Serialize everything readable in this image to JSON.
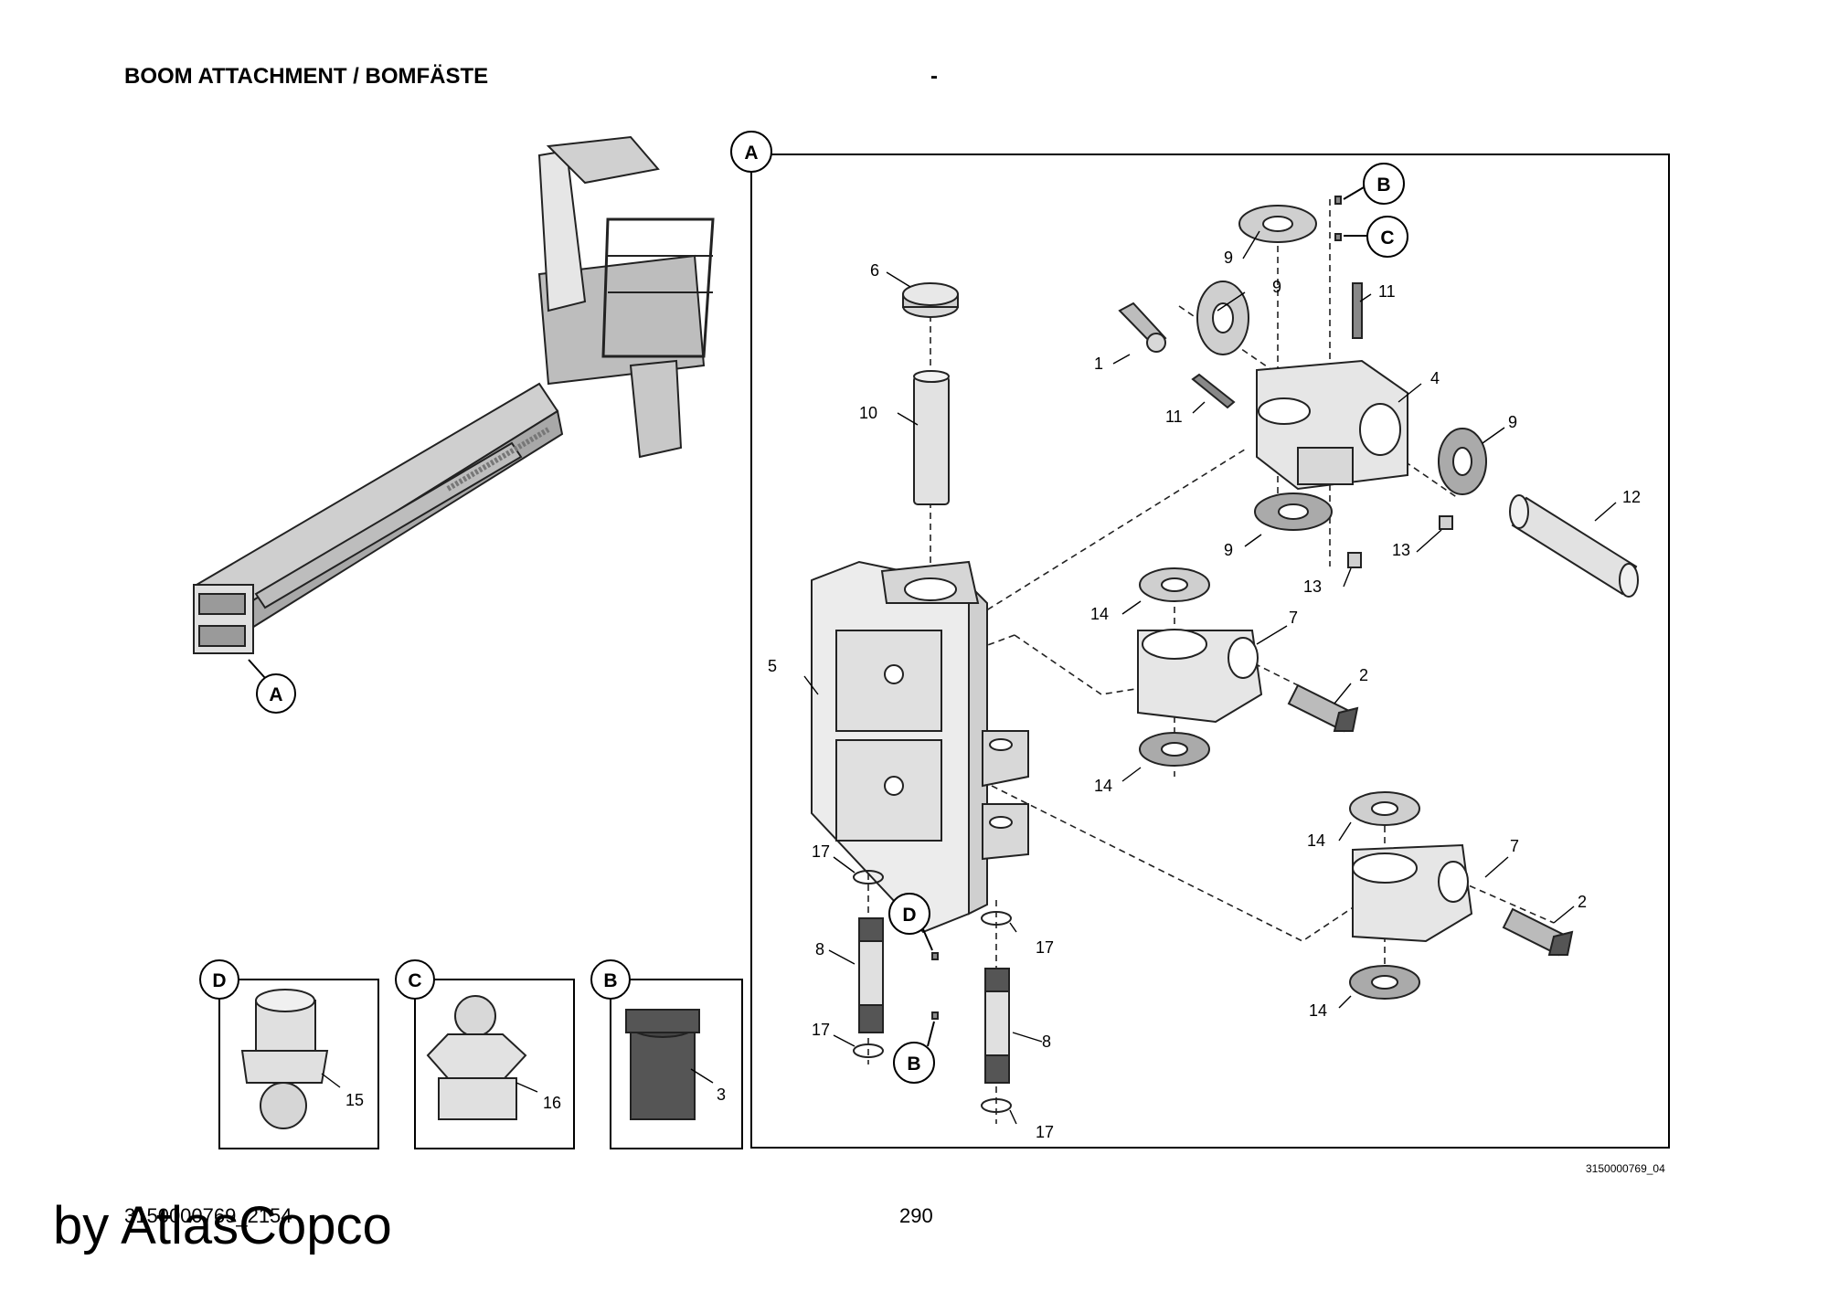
{
  "header": {
    "title": "BOOM ATTACHMENT / BOMFÄSTE",
    "dash": "-"
  },
  "footer": {
    "doc_id": "3150000769_2154",
    "page_number": "290",
    "ref_code": "3150000769_04"
  },
  "watermark": {
    "text": "by AtlasCopco"
  },
  "views": {
    "main": "A",
    "overview_callout": "A",
    "detail_d": "D",
    "detail_c": "C",
    "detail_b": "B",
    "callout_b1": "B",
    "callout_c": "C",
    "callout_d": "D",
    "callout_b2": "B"
  },
  "parts": {
    "p1": "1",
    "p2a": "2",
    "p2b": "2",
    "p3": "3",
    "p4": "4",
    "p5": "5",
    "p6": "6",
    "p7a": "7",
    "p7b": "7",
    "p8a": "8",
    "p8b": "8",
    "p9a": "9",
    "p9b": "9",
    "p9c": "9",
    "p9d": "9",
    "p10": "10",
    "p11a": "11",
    "p11b": "11",
    "p12": "12",
    "p13a": "13",
    "p13b": "13",
    "p14a": "14",
    "p14b": "14",
    "p14c": "14",
    "p14d": "14",
    "p15": "15",
    "p16": "16",
    "p17a": "17",
    "p17b": "17",
    "p17c": "17",
    "p17d": "17"
  }
}
